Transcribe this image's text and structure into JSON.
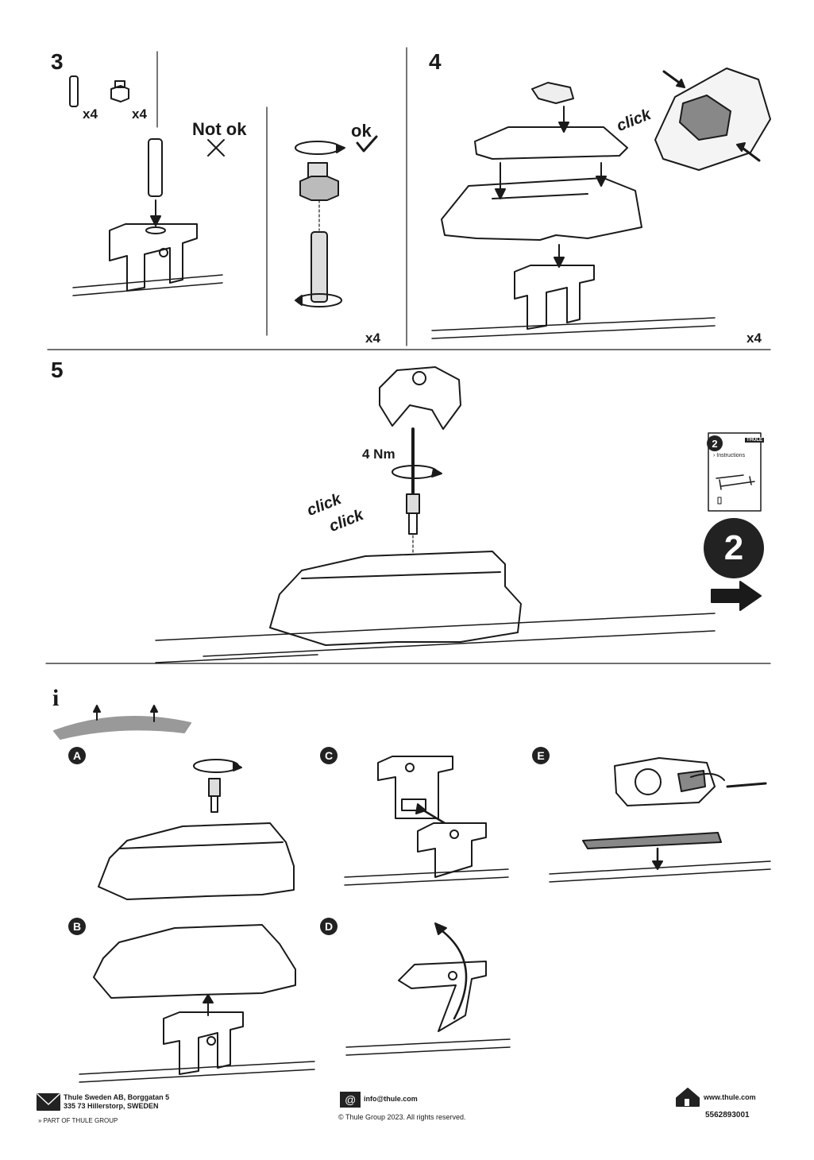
{
  "steps": {
    "s3": {
      "number": "3",
      "qty_a": "x4",
      "qty_b": "x4",
      "not_ok": "Not ok",
      "ok": "ok",
      "repeat": "x4"
    },
    "s4": {
      "number": "4",
      "click": "click",
      "repeat": "x4"
    },
    "s5": {
      "number": "5",
      "torque": "4 Nm",
      "click1": "click",
      "click2": "click",
      "booklet_number": "2",
      "booklet_text": "› Instructions",
      "booklet_brand": "THULE",
      "next_number": "2"
    }
  },
  "info": {
    "icon": "i",
    "variants": [
      "A",
      "B",
      "C",
      "D",
      "E"
    ]
  },
  "footer": {
    "address_line1": "Thule Sweden AB, Borggatan 5",
    "address_line2": "335 73 Hillerstorp, SWEDEN",
    "group": "PART OF THULE GROUP",
    "email": "info@thule.com",
    "copyright": "© Thule Group 2023. All rights reserved.",
    "web": "www.thule.com",
    "doc_number": "5562893001"
  },
  "icons": [
    "envelope-icon",
    "email-at-icon",
    "house-icon",
    "rotate-arrow-icon",
    "down-arrow-icon",
    "check-icon",
    "cross-icon",
    "right-arrow-icon"
  ]
}
